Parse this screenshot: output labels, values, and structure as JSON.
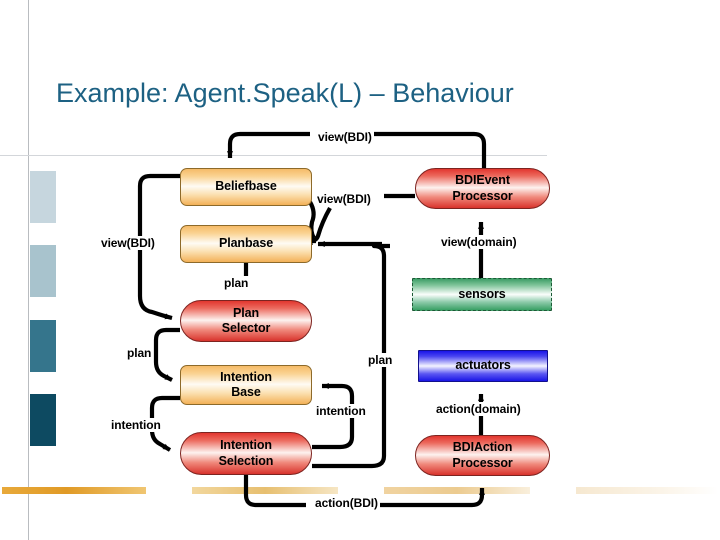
{
  "slide": {
    "title": "Example: Agent.Speak(L) – Behaviour",
    "title_color": "#1d6183",
    "background": "#ffffff"
  },
  "decor": {
    "chips": [
      {
        "name": "chip-lightest",
        "color": "#c6d6de"
      },
      {
        "name": "chip-light",
        "color": "#a8c3cd"
      },
      {
        "name": "chip-mid",
        "color": "#35758c"
      },
      {
        "name": "chip-dark",
        "color": "#0d4a61"
      }
    ],
    "orange_bars": [
      {
        "name": "bar-1",
        "color": "#e09a26"
      },
      {
        "name": "bar-2",
        "color": "#e7bf70"
      },
      {
        "name": "bar-3",
        "color": "#eccb90"
      },
      {
        "name": "bar-4",
        "color": "#fbf4e8"
      }
    ]
  },
  "diagram": {
    "type": "architecture-block-diagram",
    "nodes": [
      {
        "id": "beliefbase",
        "label": "Beliefbase",
        "style": "amber",
        "shape": "rounded-rect"
      },
      {
        "id": "planbase",
        "label": "Planbase",
        "style": "amber",
        "shape": "rounded-rect"
      },
      {
        "id": "plan_selector",
        "label_line1": "Plan",
        "label_line2": "Selector",
        "style": "red",
        "shape": "pill"
      },
      {
        "id": "intention_base",
        "label_line1": "Intention",
        "label_line2": "Base",
        "style": "amber",
        "shape": "rounded-rect"
      },
      {
        "id": "intention_selection",
        "label_line1": "Intention",
        "label_line2": "Selection",
        "style": "red",
        "shape": "pill"
      },
      {
        "id": "bdievent_processor",
        "label_line1": "BDIEvent",
        "label_line2": "Processor",
        "style": "red",
        "shape": "pill"
      },
      {
        "id": "sensors",
        "label": "sensors",
        "style": "green",
        "shape": "dashed-rect"
      },
      {
        "id": "actuators",
        "label": "actuators",
        "style": "blue",
        "shape": "rect"
      },
      {
        "id": "bdiaction_processor",
        "label_line1": "BDIAction",
        "label_line2": "Processor",
        "style": "red",
        "shape": "pill"
      }
    ],
    "edge_labels": {
      "view_top": "view(BDI)",
      "view_mid": "view(BDI)",
      "view_left": "view(BDI)",
      "plan_top": "plan",
      "plan_left": "plan",
      "plan_right": "plan",
      "intention_left": "intention",
      "intention_right": "intention",
      "view_domain": "view(domain)",
      "action_domain": "action(domain)",
      "action_bdi": "action(BDI)"
    },
    "node_colors": {
      "amber": "#f5bb68",
      "red": "#e2362f",
      "green": "#3f9e68",
      "blue": "#1914e8"
    }
  }
}
